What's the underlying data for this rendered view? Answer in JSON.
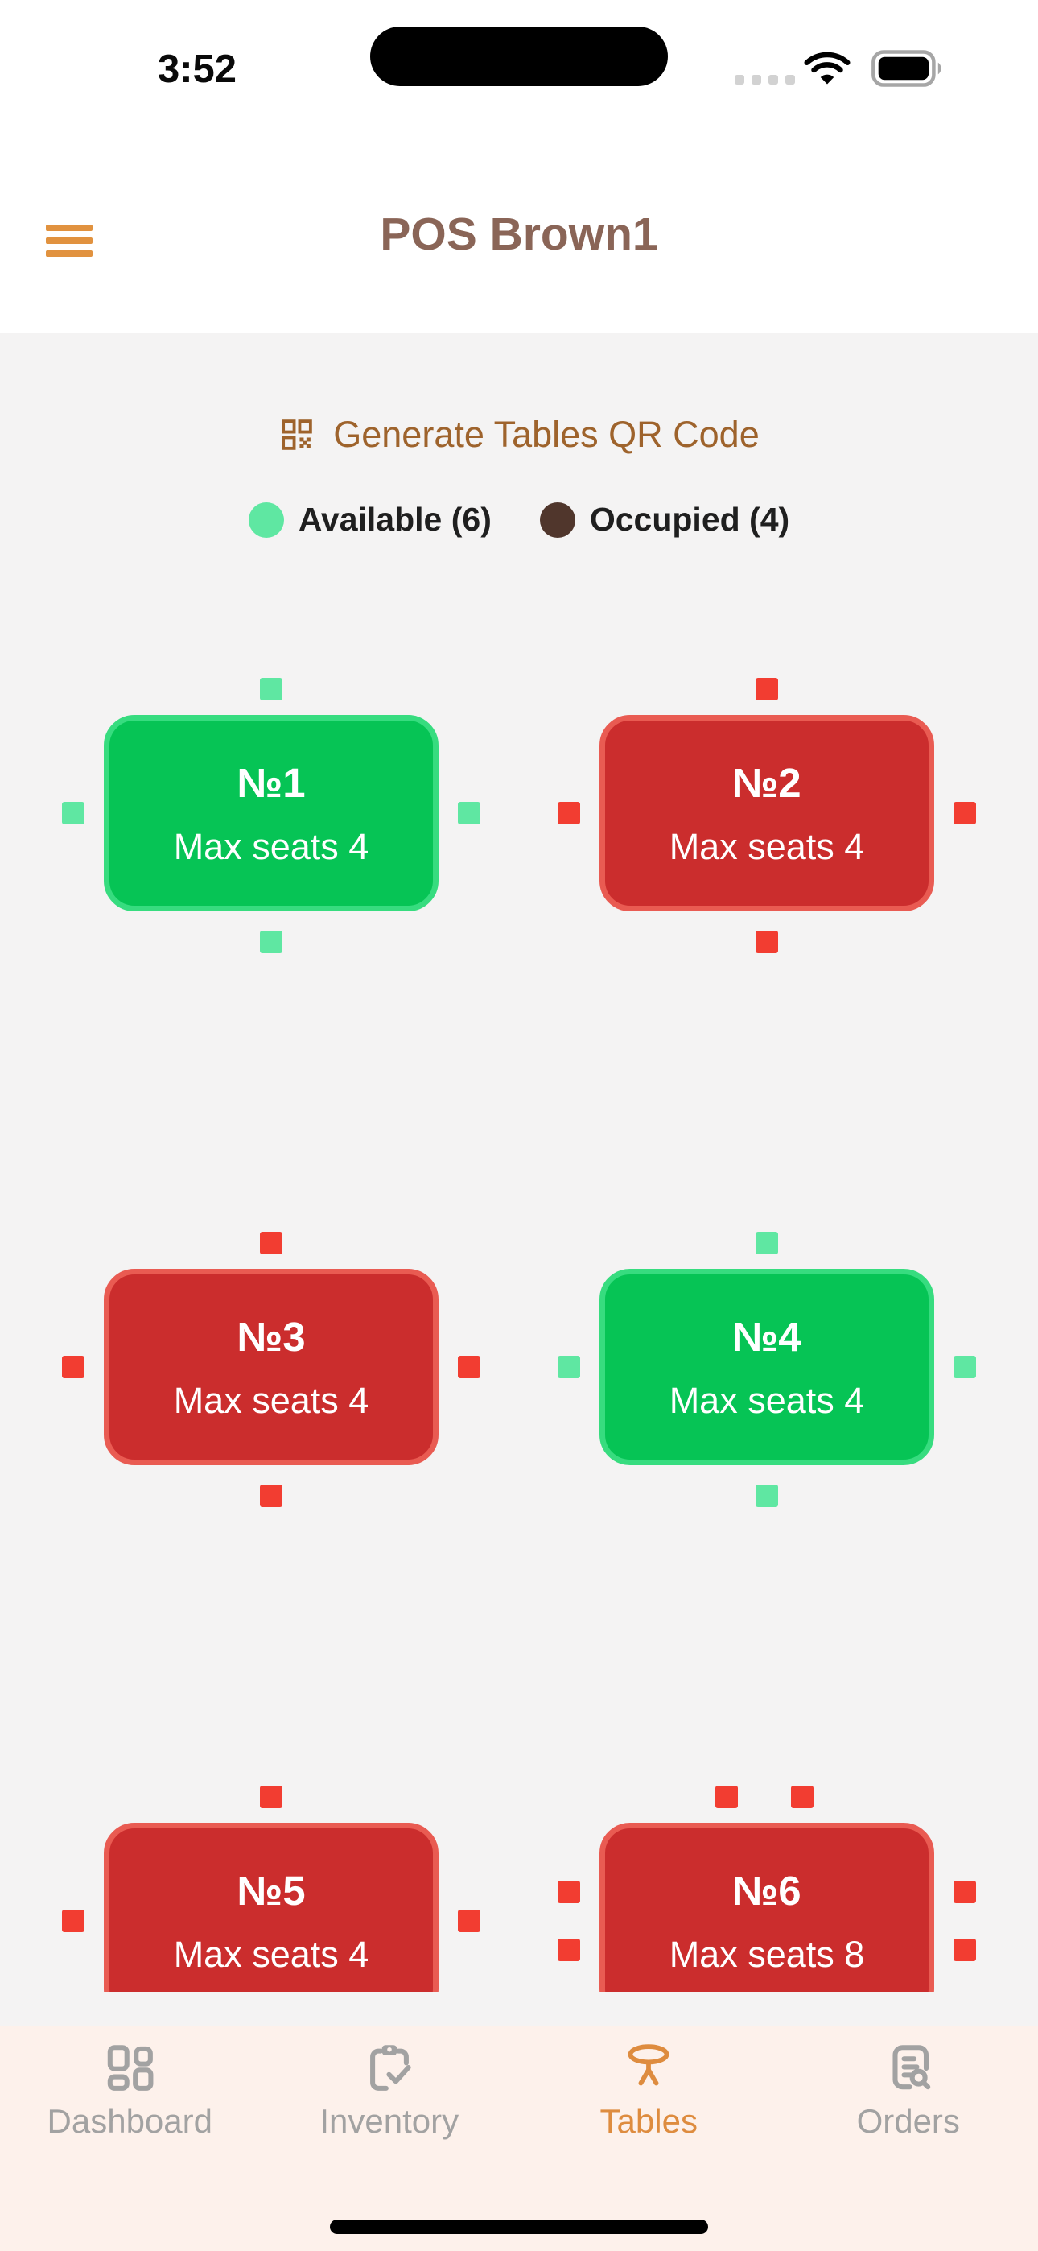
{
  "status_bar": {
    "time": "3:52"
  },
  "header": {
    "title": "POS Brown1"
  },
  "toolbar": {
    "qr_label": "Generate Tables QR Code"
  },
  "legend": {
    "available": {
      "label": "Available (6)",
      "color": "#5FE7A2"
    },
    "occupied": {
      "label": "Occupied (4)",
      "color": "#50362C"
    }
  },
  "colors": {
    "accent_orange": "#DE8C3F",
    "hamburger_orange": "#E1923F",
    "title_brown": "#8A6557",
    "qr_brown": "#9E632C",
    "content_bg": "#F4F3F3",
    "nav_bg": "#FDF1EB",
    "nav_inactive": "#A2A2A2",
    "status": {
      "available": {
        "card": "#06C455",
        "border": "#37DC7F",
        "seat": "#5FE7A2"
      },
      "occupied": {
        "card": "#CB2D2D",
        "border": "#E95B52",
        "seat": "#F23D31"
      }
    }
  },
  "tables": [
    {
      "id": 1,
      "label": "№1",
      "seats_label": "Max seats 4",
      "status": "available",
      "grid": {
        "row": 0,
        "col": 0
      },
      "seats": [
        "top",
        "left",
        "right",
        "bottom"
      ]
    },
    {
      "id": 2,
      "label": "№2",
      "seats_label": "Max seats 4",
      "status": "occupied",
      "grid": {
        "row": 0,
        "col": 1
      },
      "seats": [
        "top",
        "left",
        "right",
        "bottom"
      ]
    },
    {
      "id": 3,
      "label": "№3",
      "seats_label": "Max seats 4",
      "status": "occupied",
      "grid": {
        "row": 1,
        "col": 0
      },
      "seats": [
        "top",
        "left",
        "right",
        "bottom"
      ]
    },
    {
      "id": 4,
      "label": "№4",
      "seats_label": "Max seats 4",
      "status": "available",
      "grid": {
        "row": 1,
        "col": 1
      },
      "seats": [
        "top",
        "left",
        "right",
        "bottom"
      ]
    },
    {
      "id": 5,
      "label": "№5",
      "seats_label": "Max seats 4",
      "status": "occupied",
      "grid": {
        "row": 2,
        "col": 0
      },
      "seats": [
        "top",
        "left",
        "right",
        "bottom"
      ]
    },
    {
      "id": 6,
      "label": "№6",
      "seats_label": "Max seats 8",
      "status": "occupied",
      "grid": {
        "row": 2,
        "col": 1
      },
      "seats": [
        "top-1",
        "top-2",
        "left-1",
        "left-2",
        "right-1",
        "right-2",
        "bottom-1",
        "bottom-2"
      ]
    }
  ],
  "nav": {
    "items": [
      {
        "label": "Dashboard",
        "icon": "dashboard-grid-icon",
        "active": false
      },
      {
        "label": "Inventory",
        "icon": "inventory-clipboard-icon",
        "active": false
      },
      {
        "label": "Tables",
        "icon": "round-table-icon",
        "active": true
      },
      {
        "label": "Orders",
        "icon": "orders-search-icon",
        "active": false
      }
    ]
  }
}
